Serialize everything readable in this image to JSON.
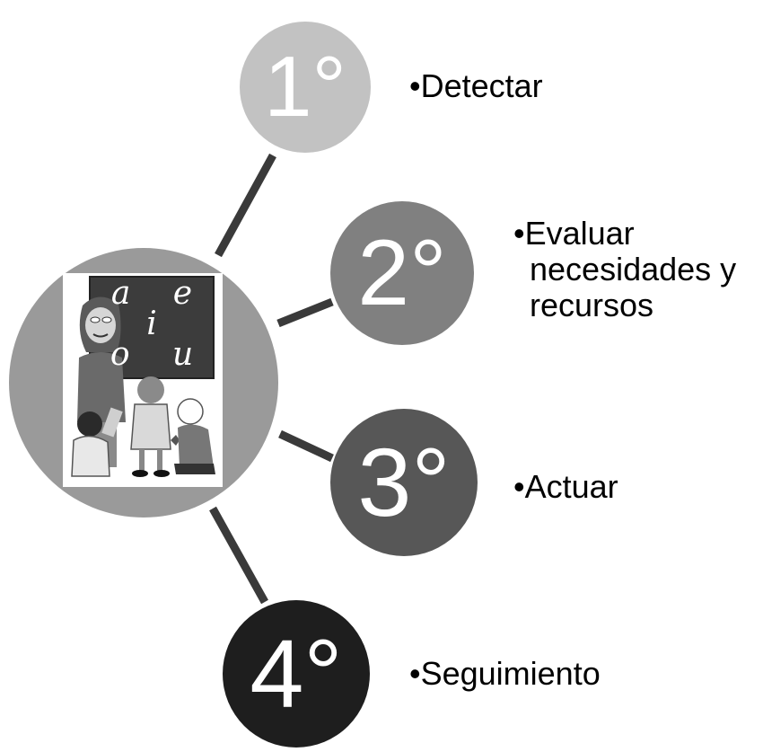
{
  "diagram": {
    "hub": {
      "illustration": "teacher-and-children-vowels-blackboard",
      "blackboard_letters": [
        "a e",
        "i",
        "o u"
      ]
    },
    "steps": [
      {
        "number": "1°",
        "label": "•Detectar",
        "fill": "#c2c2c2"
      },
      {
        "number": "2°",
        "label_lines": [
          "•Evaluar",
          "necesidades y",
          "recursos"
        ],
        "fill": "#808080"
      },
      {
        "number": "3°",
        "label": "•Actuar",
        "fill": "#575757"
      },
      {
        "number": "4°",
        "label": "•Seguimiento",
        "fill": "#1e1e1e"
      }
    ],
    "colors": {
      "hub_fill": "#9a9a9a",
      "connector": "#3a3a3a",
      "number_text": "#ffffff"
    }
  }
}
